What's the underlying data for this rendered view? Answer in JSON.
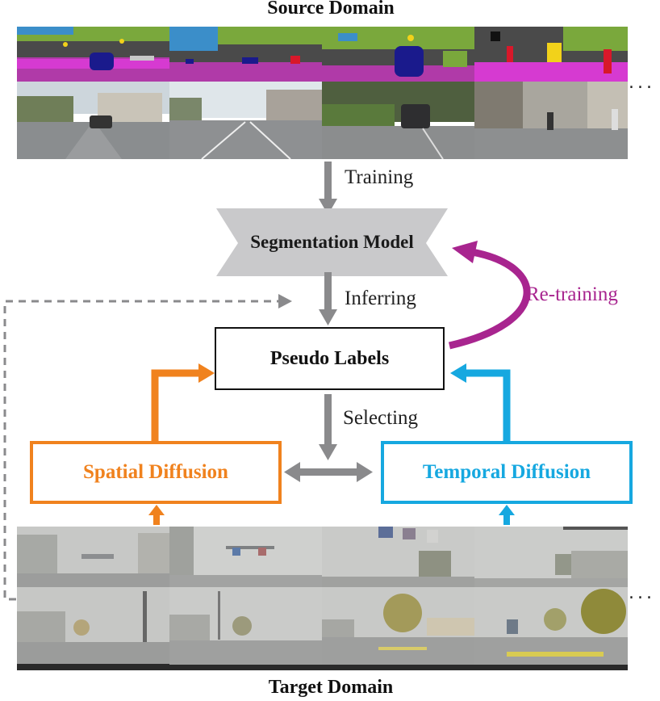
{
  "source_domain": {
    "title": "Source Domain",
    "tile_count": 8
  },
  "target_domain": {
    "title": "Target Domain",
    "tile_count": 8
  },
  "steps": {
    "training": "Training",
    "inferring": "Inferring",
    "selecting": "Selecting",
    "retraining": "Re-training"
  },
  "nodes": {
    "segmentation_model": "Segmentation Model",
    "pseudo_labels": "Pseudo Labels",
    "spatial_diffusion": "Spatial Diffusion",
    "temporal_diffusion": "Temporal Diffusion"
  },
  "more_indicator": "...",
  "colors": {
    "model": "#c9c9cb",
    "arrow_gray": "#8a8a8c",
    "retrain": "#a8258f",
    "spatial": "#f0821e",
    "temporal": "#16a8e0",
    "segmentation_palette": [
      "#3b8ec9",
      "#7aa83c",
      "#d63ad1",
      "#1a1a8c",
      "#4a4a4a",
      "#f2d21a",
      "#d8182a"
    ]
  }
}
